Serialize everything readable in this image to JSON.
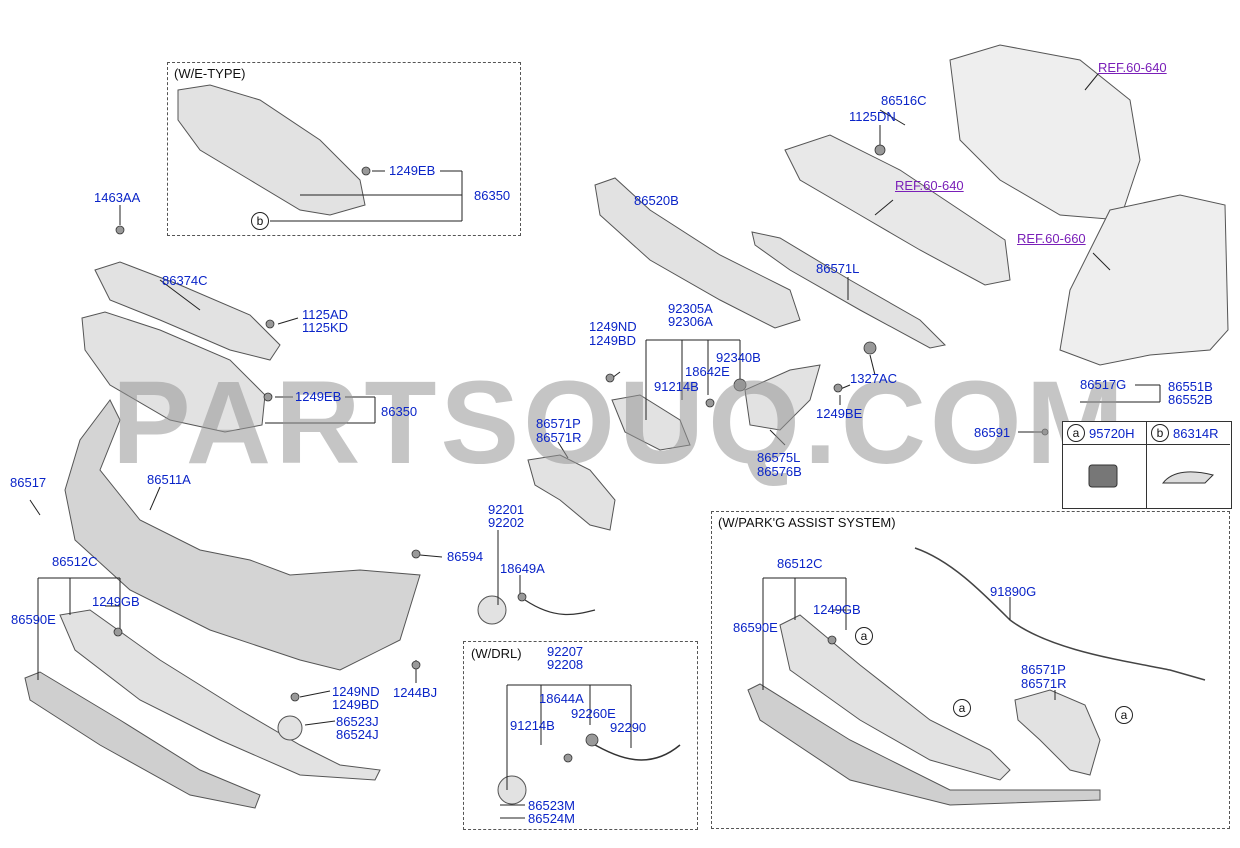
{
  "watermark": "PARTSOUQ.COM",
  "groups": {
    "we_type": "(W/E-TYPE)",
    "drl": "(W/DRL)",
    "park_assist": "(W/PARK'G ASSIST SYSTEM)"
  },
  "refs": {
    "r1": "REF.60-640",
    "r2": "REF.60-640",
    "r3": "REF.60-660"
  },
  "markers": {
    "a": "a",
    "b": "b"
  },
  "legend": {
    "a_marker": "a",
    "a_part": "95720H",
    "b_marker": "b",
    "b_part": "86314R"
  },
  "parts": {
    "p1249EB_top": "1249EB",
    "p86350_top": "86350",
    "p1463AA": "1463AA",
    "p86374C": "86374C",
    "p1125AD": "1125AD",
    "p1125KD": "1125KD",
    "p1249EB": "1249EB",
    "p86350": "86350",
    "p86517": "86517",
    "p86511A": "86511A",
    "p86512C": "86512C",
    "p86590E": "86590E",
    "p1249GB": "1249GB",
    "p86594": "86594",
    "p1244BJ": "1244BJ",
    "p1249ND": "1249ND",
    "p1249BD": "1249BD",
    "p86523J": "86523J",
    "p86524J": "86524J",
    "p86520B": "86520B",
    "p92305A": "92305A",
    "p92306A": "92306A",
    "p1249ND_b": "1249ND",
    "p1249BD_b": "1249BD",
    "p92340B": "92340B",
    "p18642E": "18642E",
    "p91214B": "91214B",
    "p86571P": "86571P",
    "p86571R": "86571R",
    "p92201": "92201",
    "p92202": "92202",
    "p18649A": "18649A",
    "p86575L": "86575L",
    "p86576B": "86576B",
    "p1249BE": "1249BE",
    "p86571L": "86571L",
    "p1327AC": "1327AC",
    "p86516C": "86516C",
    "p1125DN": "1125DN",
    "p86517G": "86517G",
    "p86551B": "86551B",
    "p86552B": "86552B",
    "p86591": "86591",
    "p92207": "92207",
    "p92208": "92208",
    "p18644A": "18644A",
    "p91214B_d": "91214B",
    "p92260E": "92260E",
    "p92290": "92290",
    "p86523M": "86523M",
    "p86524M": "86524M",
    "p86512C_p": "86512C",
    "p1249GB_p": "1249GB",
    "p86590E_p": "86590E",
    "p91890G": "91890G",
    "p86571P_p": "86571P",
    "p86571R_p": "86571R"
  }
}
